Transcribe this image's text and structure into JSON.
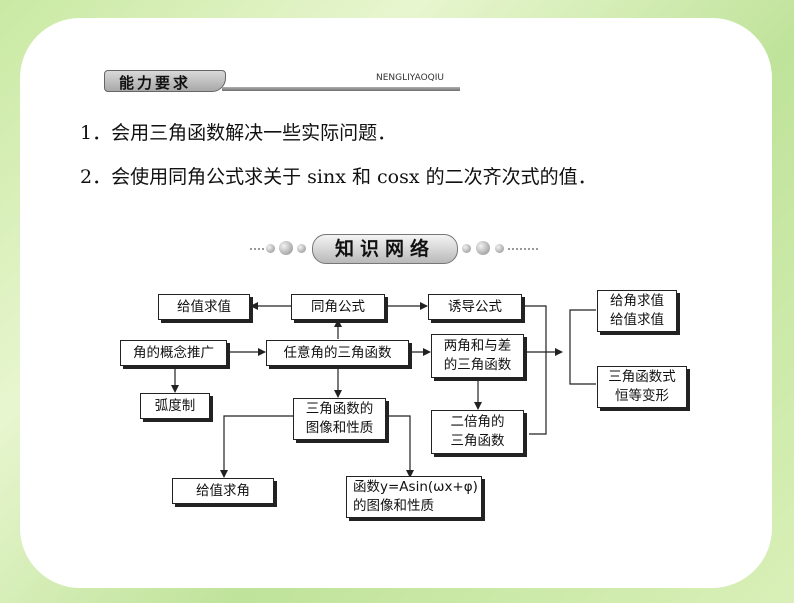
{
  "header": {
    "title": "能力要求",
    "pinyin": "NENGLIYAOQIU"
  },
  "requirements": [
    "1．会用三角函数解决一些实际问题．",
    "2．会使用同角公式求关于 sinx 和 cosx 的二次齐次式的值．"
  ],
  "network": {
    "title": "知识网络",
    "nodes": {
      "gzqz": "给值求值",
      "tjgs": "同角公式",
      "ydgs": "诱导公式",
      "jjqz_1": "给角求值",
      "jjqz_2": "给值求值",
      "jdgn": "角的概念推广",
      "ryjsj": "任意角的三角函数",
      "ljhc_1": "两角和与差",
      "ljhc_2": "的三角函数",
      "sjhs_bx_1": "三角函数式",
      "sjhs_bx_2": "恒等变形",
      "hdz": "弧度制",
      "sjtx_1": "三角函数的",
      "sjtx_2": "图像和性质",
      "ebj_1": "二倍角的",
      "ebj_2": "三角函数",
      "gzqj": "给值求角",
      "asin_1": "函数y=Asin(ωx+φ)",
      "asin_2": "的图像和性质"
    }
  }
}
